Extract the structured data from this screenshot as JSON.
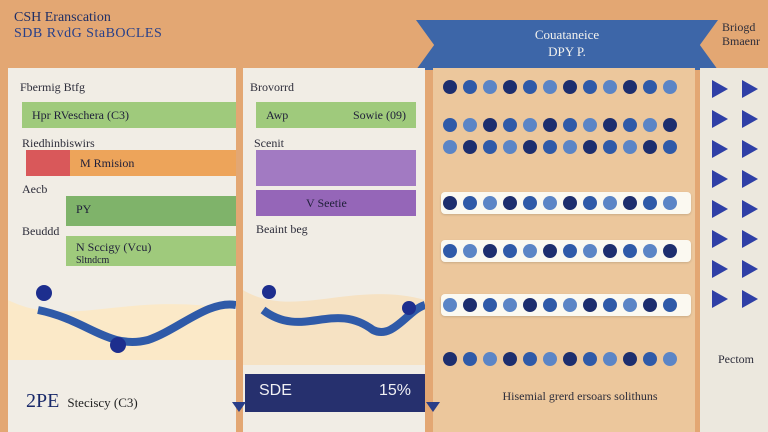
{
  "header": {
    "title_line1": "CSH Eranscation",
    "title_line2": "SDB RvdG StaBOCLES",
    "banner_line1": "Couataneice",
    "banner_line2": "DPY P.",
    "corner_line1": "Briogd",
    "corner_line2": "Bmaenr"
  },
  "panel1": {
    "heading": "Fbermig Btfg",
    "row1_label": "Hpr RVeschera (C3)",
    "row2_label": "Riedhinbiswirs",
    "row3_label": "M Rmision",
    "row4_label": "Aecb",
    "row4_inner": "PY",
    "row5_label": "Beuddd",
    "row5_inner": "N Sccigy (Vcu)",
    "row5_sub": "Sltndcm",
    "footer": "2PE",
    "footer_sub": "Steciscy (C3)"
  },
  "panel2": {
    "heading": "Brovorrd",
    "row1_label": "Awp",
    "row1_right": "Sowie (09)",
    "row2_label": "Scenit",
    "row3_label": "V Seetie",
    "row4_label": "Beaint beg",
    "footer_left": "SDE",
    "footer_right": "15%"
  },
  "panel3": {
    "footer": "Hisemial grerd ersoars solithuns"
  },
  "panel4": {
    "label": "Pectom"
  },
  "colors": {
    "background": "#e3a773",
    "banner": "#3d66a8",
    "footer_dark": "#26306e",
    "green": "#9fca7c",
    "red": "#d9585a",
    "purple": "#a27ac2"
  }
}
